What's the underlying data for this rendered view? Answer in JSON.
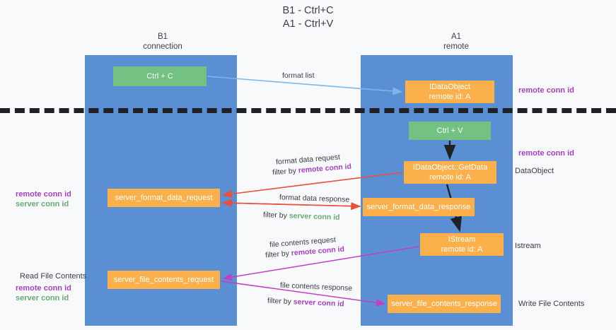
{
  "title": "B1 - Ctrl+C\nA1 - Ctrl+V",
  "columns": [
    {
      "name": "b1",
      "heading": "B1\nconnection"
    },
    {
      "name": "a1",
      "heading": "A1\nremote"
    }
  ],
  "nodes": [
    {
      "id": "ctrl-c",
      "label": "Ctrl + C",
      "color": "#73c283"
    },
    {
      "id": "idataobject",
      "label": "IDataObject\nremote id: A",
      "color": "#fbb04c"
    },
    {
      "id": "ctrl-v",
      "label": "Ctrl + V",
      "color": "#73c283"
    },
    {
      "id": "idataobject-getdata",
      "label": "IDataObject::GetData\nremote id: A",
      "color": "#fbb04c"
    },
    {
      "id": "server-format-data-request",
      "label": "server_format_data_request",
      "color": "#fbb04c"
    },
    {
      "id": "server-format-data-response",
      "label": "server_format_data_response",
      "color": "#fbb04c"
    },
    {
      "id": "istream",
      "label": "IStream\nremote id: A",
      "color": "#fbb04c"
    },
    {
      "id": "server-file-contents-request",
      "label": "server_file_contents_request",
      "color": "#fbb04c"
    },
    {
      "id": "server-file-contents-response",
      "label": "server_file_contents_response",
      "color": "#fbb04c"
    }
  ],
  "edge_labels": {
    "format_list": "format list",
    "format_data_request": "format data request",
    "format_data_request_filter_prefix": "filter by ",
    "format_data_request_filter_key": "remote conn id",
    "format_data_response": "format data response",
    "format_data_response_filter_prefix": "filter by ",
    "format_data_response_filter_key": "server conn id",
    "file_contents_request": "file contents request",
    "file_contents_request_filter_prefix": "filter by ",
    "file_contents_request_filter_key": "remote conn id",
    "file_contents_response": "file contents response",
    "file_contents_response_filter_prefix": "filter by ",
    "file_contents_response_filter_key": "server conn id"
  },
  "annotations": {
    "right_remote_conn_id_top": "remote conn id",
    "right_remote_conn_id_mid": "remote conn id",
    "right_dataobject": "DataObject",
    "right_istream": "Istream",
    "right_write_file_contents": "Write File Contents",
    "left_remote_conn_id": "remote conn id",
    "left_server_conn_id": "server conn id",
    "left_read_file_contents": "Read File Contents",
    "left_remote_conn_id_2": "remote conn id",
    "left_server_conn_id_2": "server conn id"
  },
  "colors": {
    "background": "#f8f9fa",
    "lane": "#5b8fd4",
    "node_green": "#73c283",
    "node_orange": "#fbb04c",
    "conn_id_purple": "#a83fc4",
    "conn_id_green": "#6aab73",
    "arrow_blue": "#7eb6e8",
    "arrow_red": "#e8503a",
    "arrow_black": "#202124",
    "arrow_magenta": "#c23fc4",
    "divider": "#202124",
    "text": "#3c4043"
  }
}
